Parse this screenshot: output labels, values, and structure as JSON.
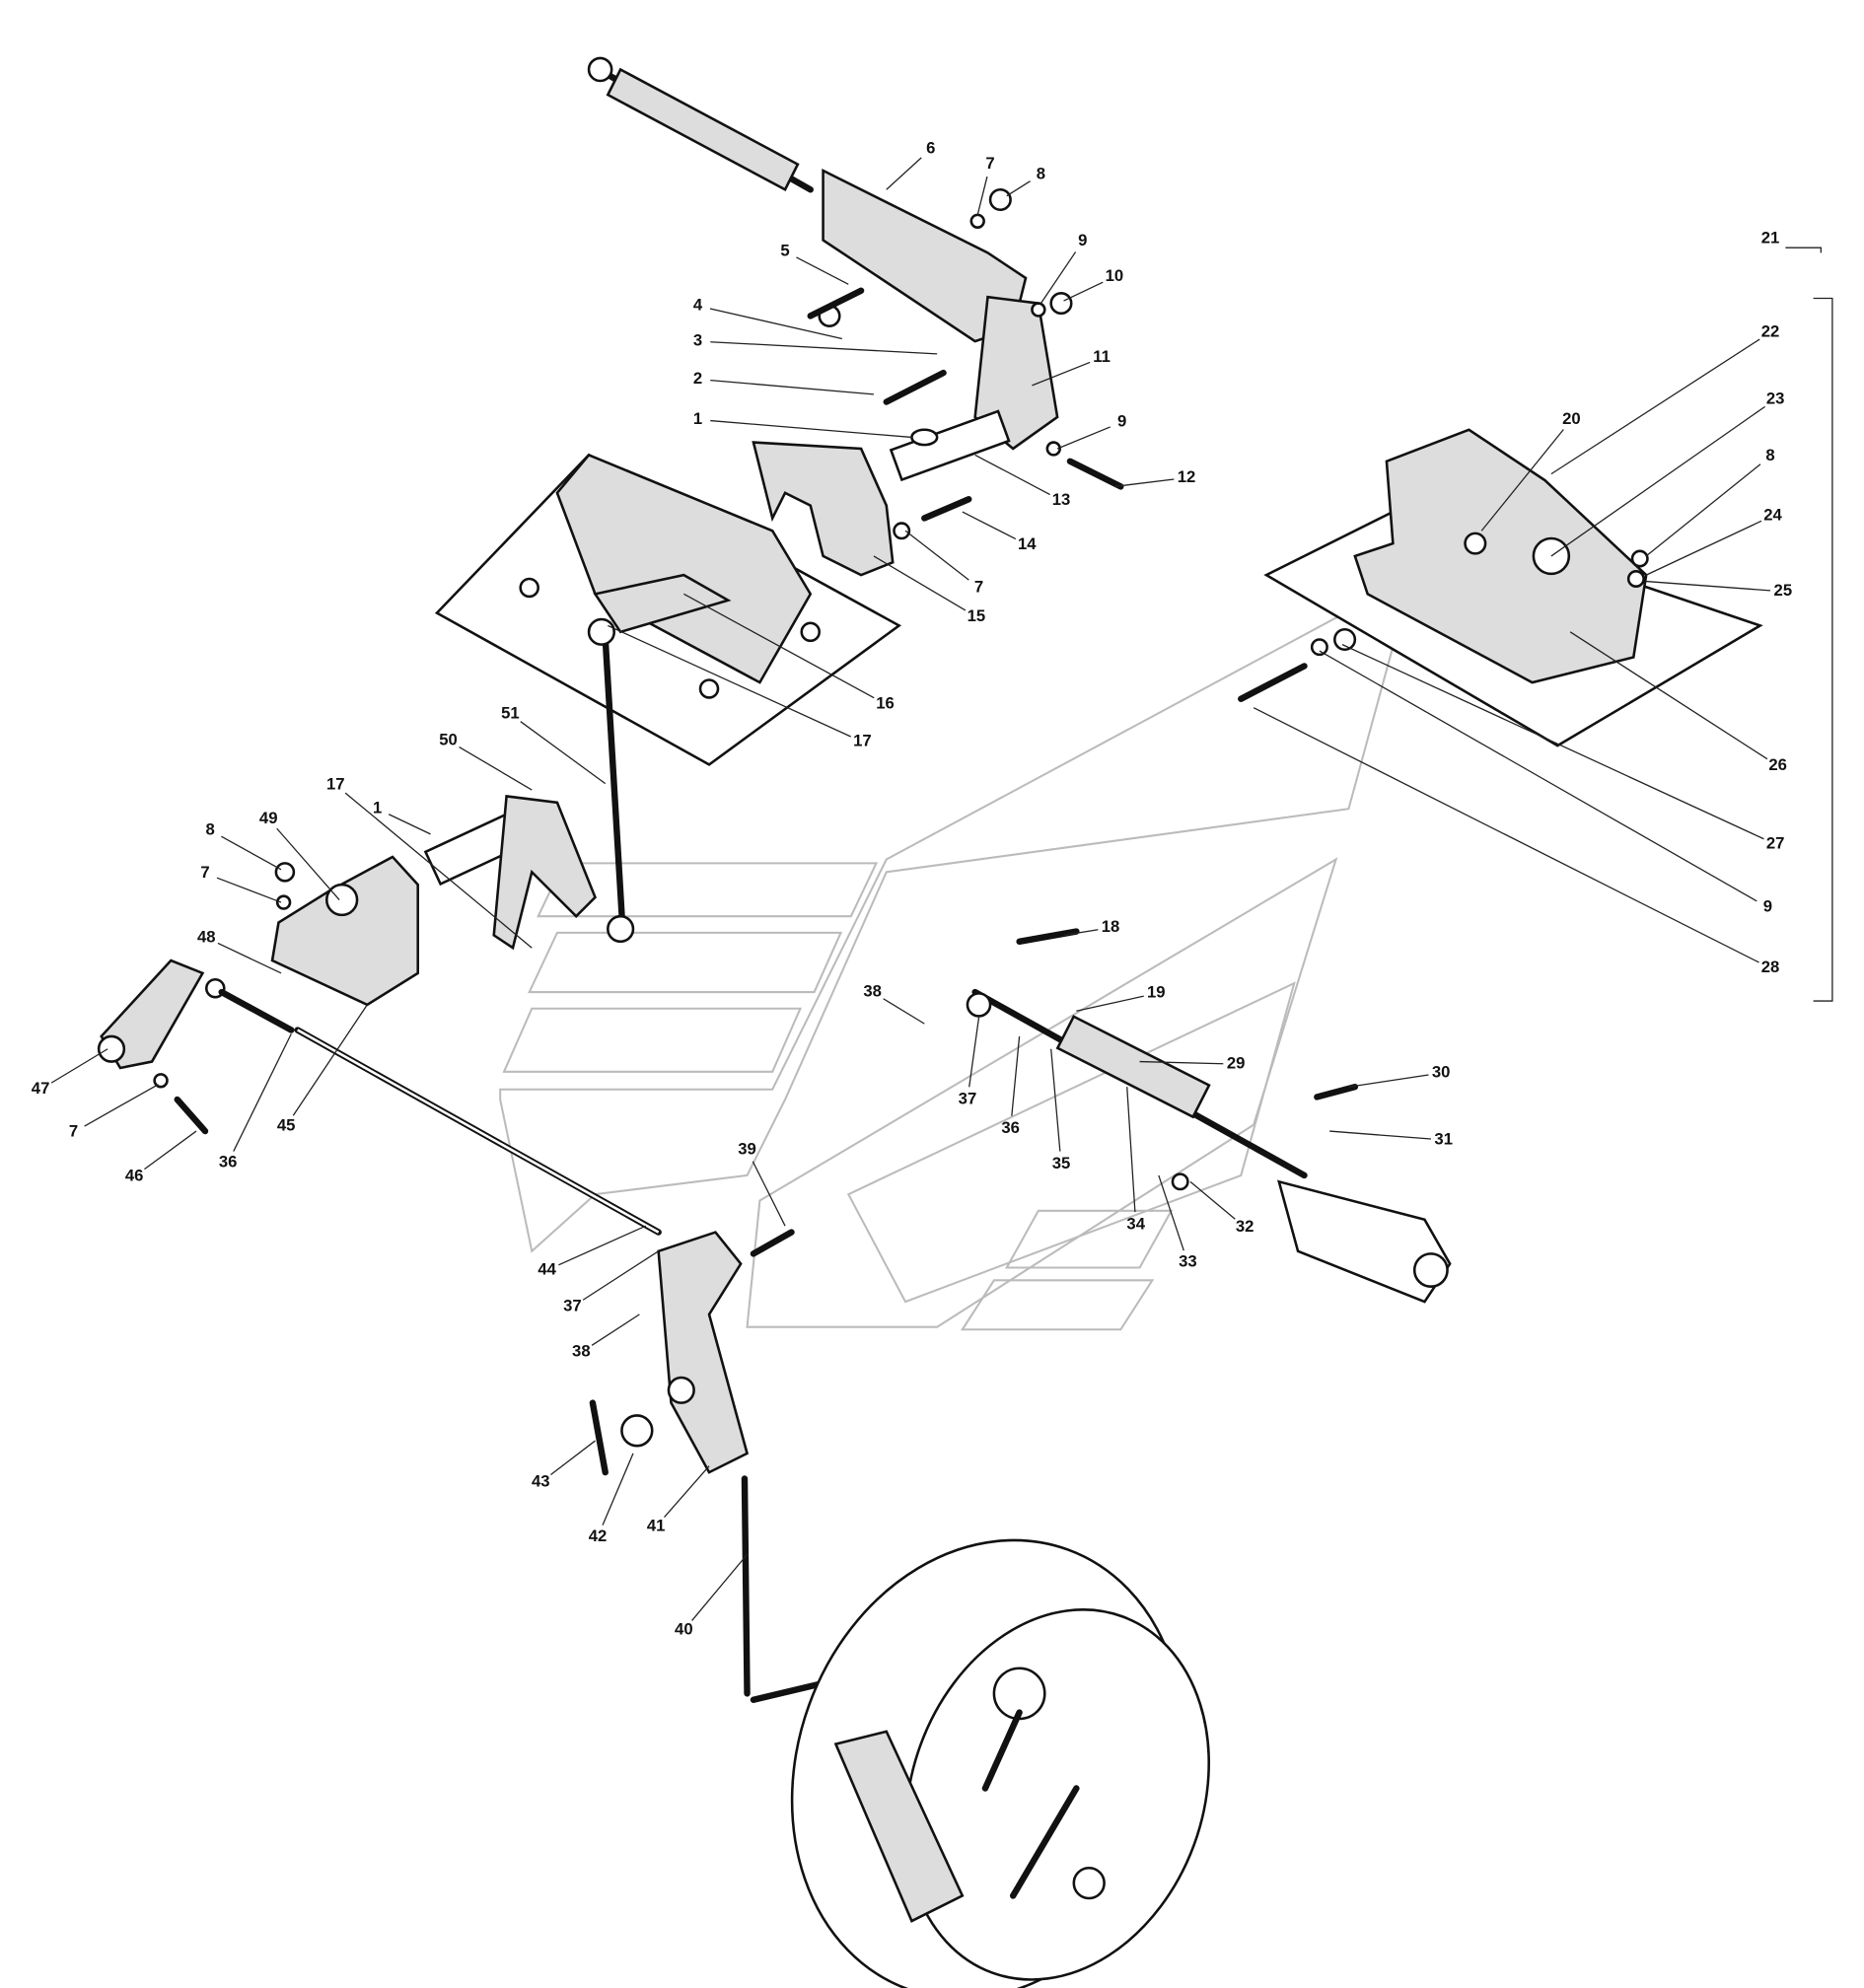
{
  "title": "Brake control mechanism exploded parts diagram",
  "callouts": [
    "6",
    "7",
    "8",
    "9",
    "10",
    "5",
    "4",
    "3",
    "2",
    "1",
    "11",
    "9",
    "12",
    "13",
    "14",
    "7",
    "15",
    "16",
    "17",
    "21",
    "22",
    "23",
    "20",
    "8",
    "24",
    "25",
    "26",
    "27",
    "9",
    "28",
    "51",
    "50",
    "17",
    "1",
    "8",
    "49",
    "7",
    "48",
    "47",
    "7",
    "46",
    "36",
    "45",
    "18",
    "38",
    "19",
    "29",
    "37",
    "36",
    "35",
    "30",
    "31",
    "34",
    "32",
    "33",
    "39",
    "44",
    "37",
    "38",
    "43",
    "42",
    "41",
    "40"
  ],
  "assembly_bracket_label": "21"
}
